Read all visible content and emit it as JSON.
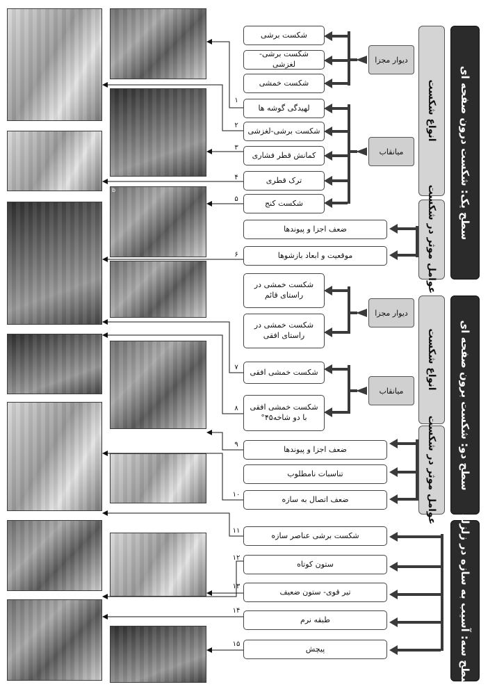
{
  "levels": {
    "one": "سطح یک: شکست درون صفحه ای",
    "two": "سطح دو: شکست برون صفحه ای",
    "three": "سطح سه: آسیب به سازه در زلزله"
  },
  "subcategories": {
    "failure_types_1": "انواع شکست",
    "factors_1": "عوامل موثر در شکست",
    "failure_types_2": "انواع شکست",
    "factors_2": "عوامل موثر در شکست"
  },
  "wall_types": {
    "isolated_wall_1": "دیوار مجزا",
    "infill_1": "میانقاب",
    "isolated_wall_2": "دیوار مجزا",
    "infill_2": "میانقاب"
  },
  "boxes": [
    "شکست برشی",
    "شکست برشی- لغزشی",
    "شکست خمشی",
    "لهیدگی گوشه ها",
    "شکست برشی-لغزشی",
    "کمانش قطر فشاری",
    "ترک قطری",
    "شکست کنج",
    "ضعف اجزا و پیوندها",
    "موقعیت و ابعاد بازشوها",
    "شکست خمشی در راستای قائم",
    "شکست خمشی در راستای افقی",
    "شکست خمشی افقی",
    "شکست خمشی افقی با دو شاخه۴۵°",
    "ضعف اجزا و پیوندها",
    "تناسبات نامطلوب",
    "ضعف اتصال به سازه",
    "شکست برشی عناصر سازه",
    "ستون کوتاه",
    "تیر قوی- ستون ضعیف",
    "طبقه نرم",
    "پیچش"
  ],
  "numbers": [
    "۱",
    "۲",
    "۳",
    "۴",
    "۵",
    "۶",
    "۷",
    "۸",
    "۹",
    "۱۰",
    "۱۱",
    "۱۲",
    "۱۳",
    "۱۴",
    "۱۵"
  ],
  "photo_tag": "b"
}
